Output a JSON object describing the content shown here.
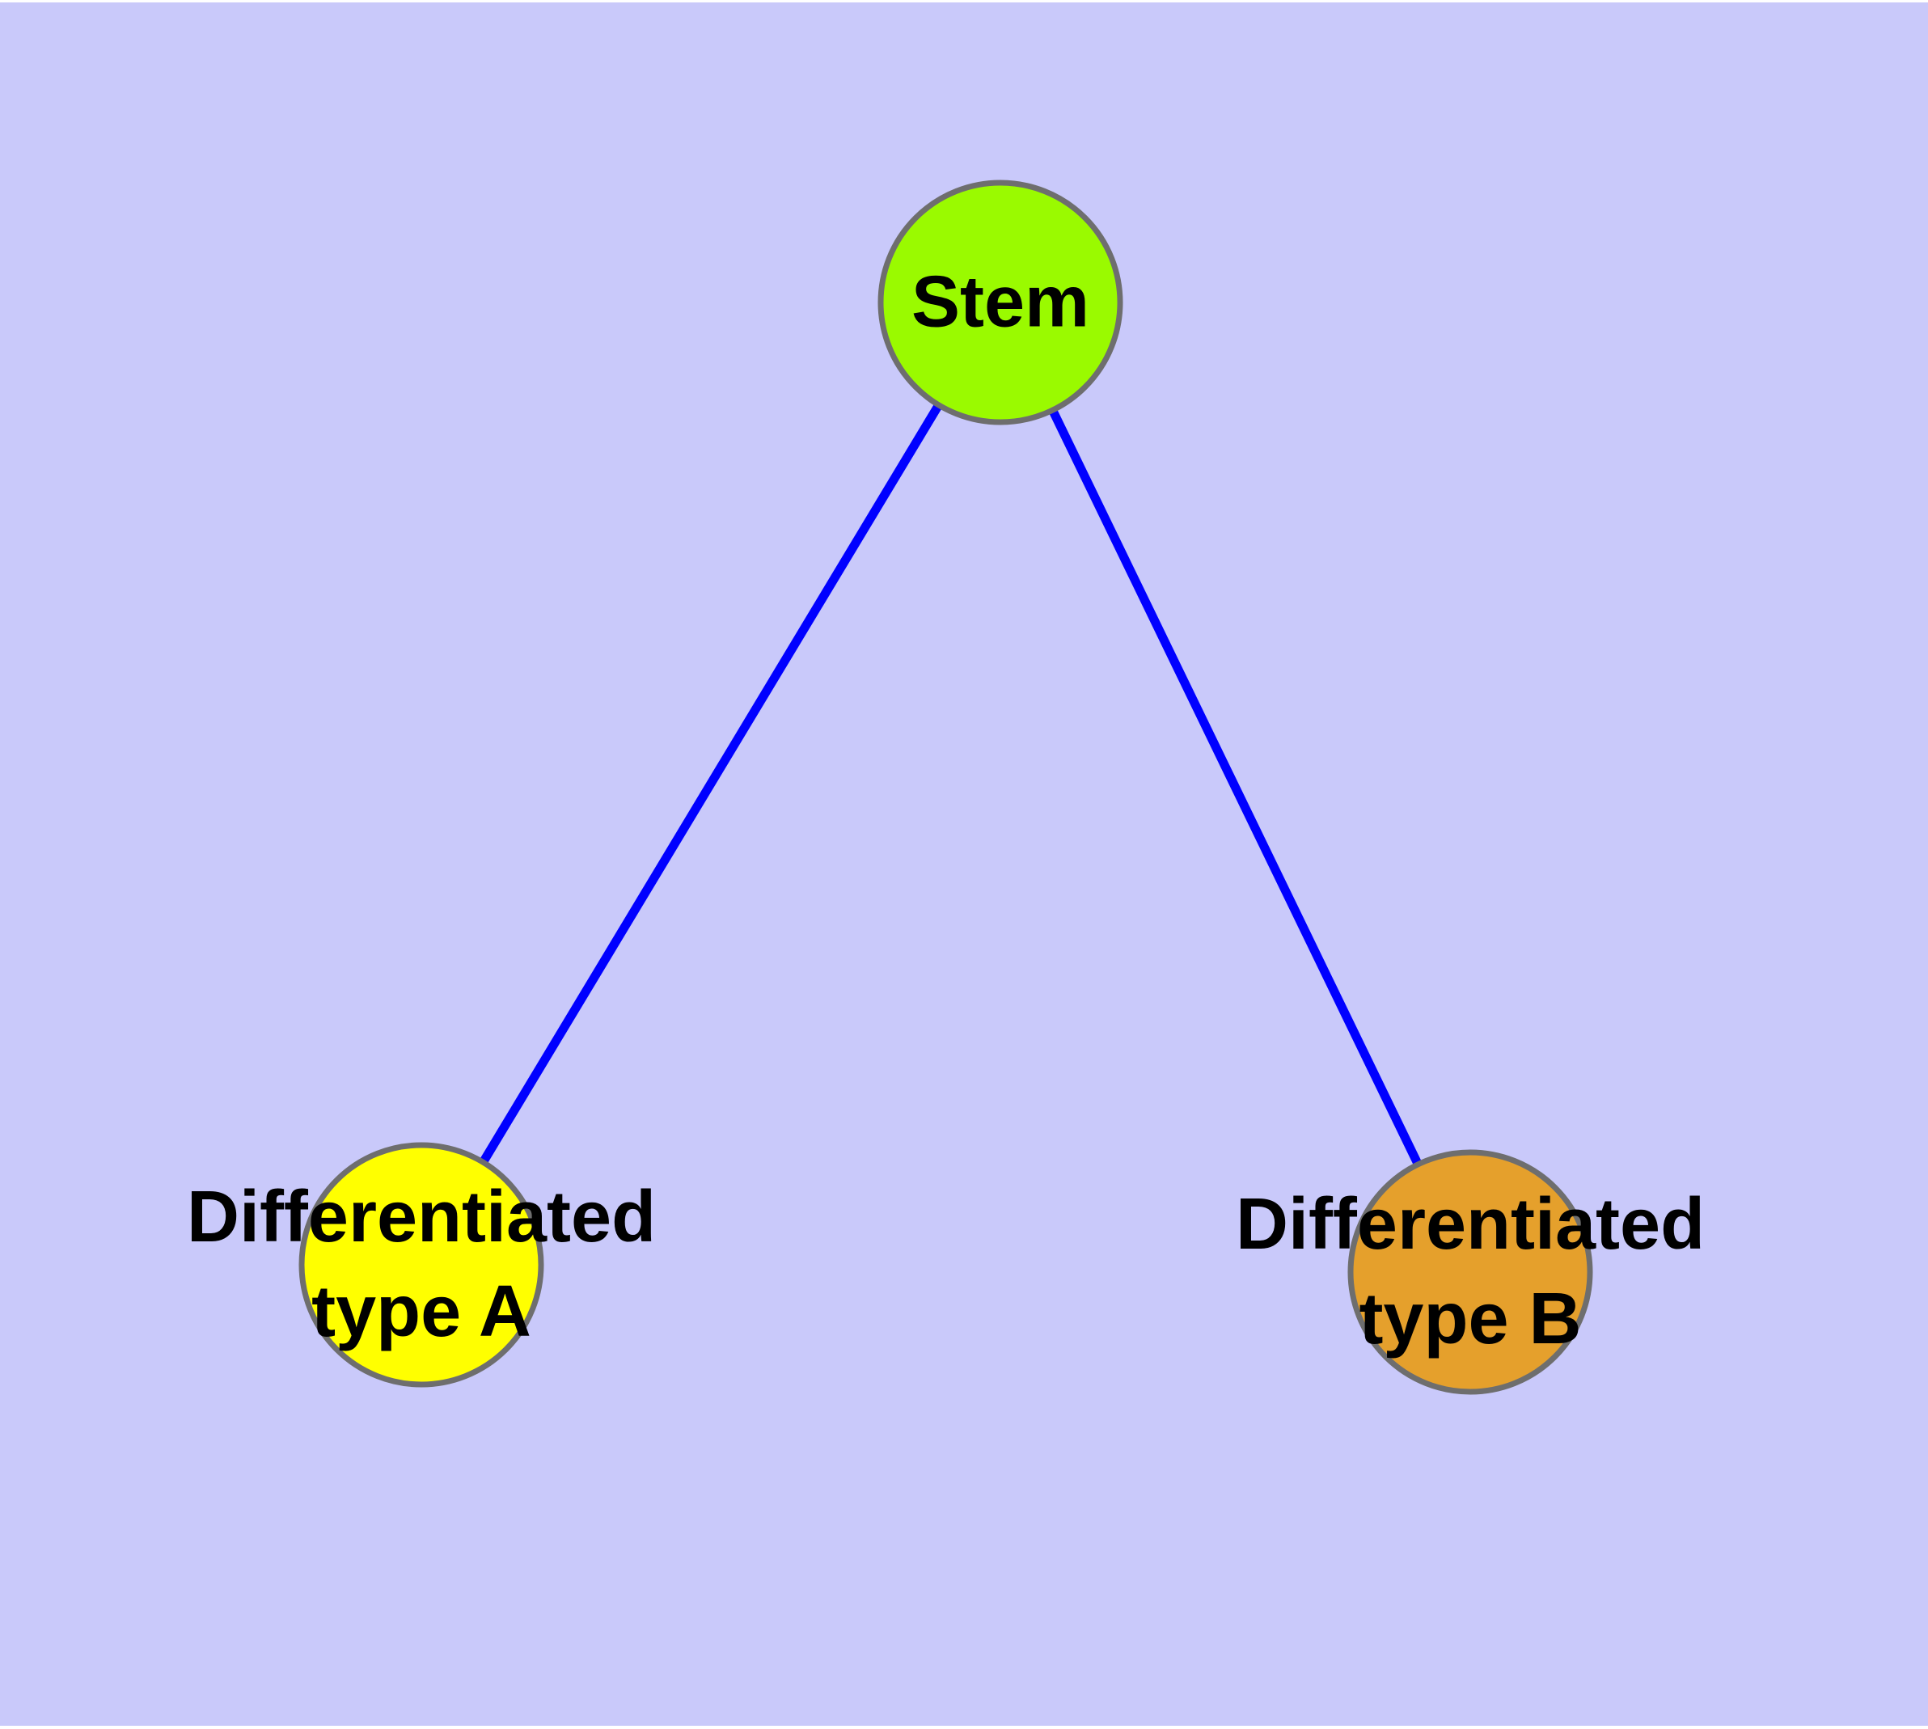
{
  "diagram": {
    "background_color": "#C9C9FA",
    "node_border_color": "#6E6E6E",
    "edge_color": "#0000FF",
    "label_color": "#000000",
    "nodes": [
      {
        "id": "stem",
        "label_lines": [
          "Stem"
        ],
        "fill": "#9AFA00"
      },
      {
        "id": "differentiated-type-a",
        "label_lines": [
          "Differentiated",
          "type A"
        ],
        "fill": "#FFFF00"
      },
      {
        "id": "differentiated-type-b",
        "label_lines": [
          "Differentiated",
          "type B"
        ],
        "fill": "#E5A02C"
      }
    ],
    "edges": [
      {
        "from": "stem",
        "to": "differentiated-type-a"
      },
      {
        "from": "stem",
        "to": "differentiated-type-b"
      }
    ]
  }
}
